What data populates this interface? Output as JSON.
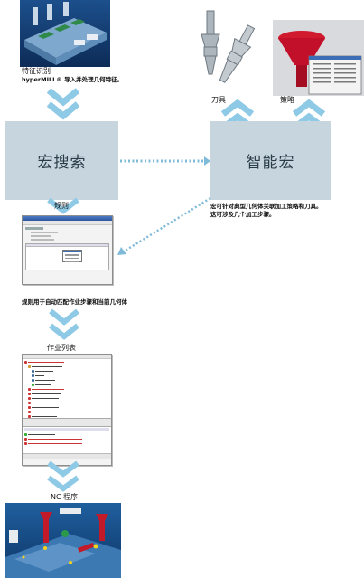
{
  "labels": {
    "feature_recognition": "特征识别",
    "hypermill_line": "hyperMILL® 导入并处理几何特征。",
    "tool": "刀具",
    "strategy": "策略",
    "rule": "规则",
    "macro_desc_line1": "宏可针对典型几何体关联加工策略和刀具。",
    "macro_desc_line2": "这可涉及几个加工步骤。",
    "rule_desc": "规则用于自动匹配作业步骤和当前几何体",
    "job_list": "作业列表",
    "nc_program": "NC 程序"
  },
  "boxes": {
    "macro_search": "宏搜索",
    "smart_macro": "智能宏"
  },
  "colors": {
    "chevron": "#8ec9e6",
    "box_fill": "#c6d5de",
    "box_text": "#2b3c48",
    "dotted_arrow": "#7fbbd9"
  }
}
